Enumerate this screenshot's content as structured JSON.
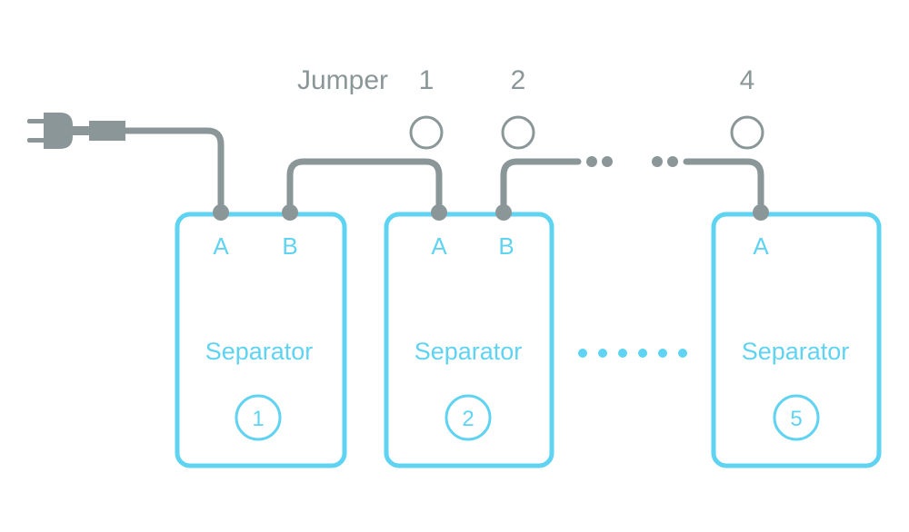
{
  "jumper": {
    "label": "Jumper",
    "positions": [
      "1",
      "2",
      "4"
    ]
  },
  "separators": [
    {
      "name": "Separator",
      "number": "1",
      "ports": [
        "A",
        "B"
      ]
    },
    {
      "name": "Separator",
      "number": "2",
      "ports": [
        "A",
        "B"
      ]
    },
    {
      "name": "Separator",
      "number": "5",
      "ports": [
        "A"
      ]
    }
  ],
  "colors": {
    "cable": "#8a9698",
    "box": "#5fd3f2"
  }
}
